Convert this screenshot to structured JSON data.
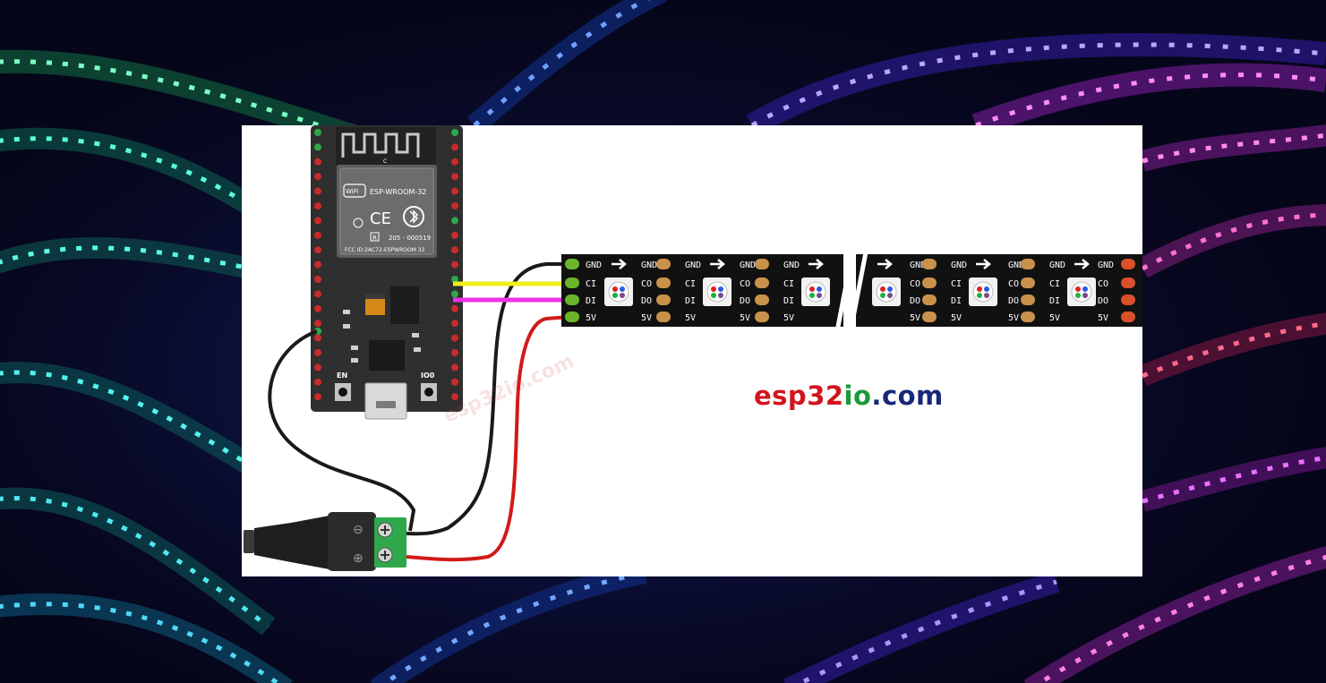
{
  "brand": {
    "part1": "esp32",
    "part2": "io",
    "part3": ".com"
  },
  "watermark": "esp32io.com",
  "module": {
    "name": "ESP-WROOM-32",
    "wifi": "WiFi",
    "ce": "CE",
    "r": "R",
    "cert": "205 - 000519",
    "fcc": "FCC ID:2AC72-ESPWROOM 32",
    "c": "C"
  },
  "board": {
    "en_label": "EN",
    "io0_label": "IO0"
  },
  "jack": {
    "minus": "⊖",
    "plus": "⊕"
  },
  "strip": {
    "first_pads": [
      "GND",
      "CI",
      "DI",
      "5V"
    ],
    "in_pads": [
      "GND",
      "CI",
      "DI",
      "5V"
    ],
    "out_pads": [
      "GND",
      "CO",
      "DO",
      "5V"
    ]
  },
  "colors": {
    "gnd_wire": "#1a1a1a",
    "ci_wire": "#f2ee1c",
    "di_wire": "#ee30e6",
    "vcc_wire": "#d11a1a",
    "brand_red": "#d2141c",
    "brand_green": "#1a9a3a",
    "brand_blue": "#17277a"
  }
}
